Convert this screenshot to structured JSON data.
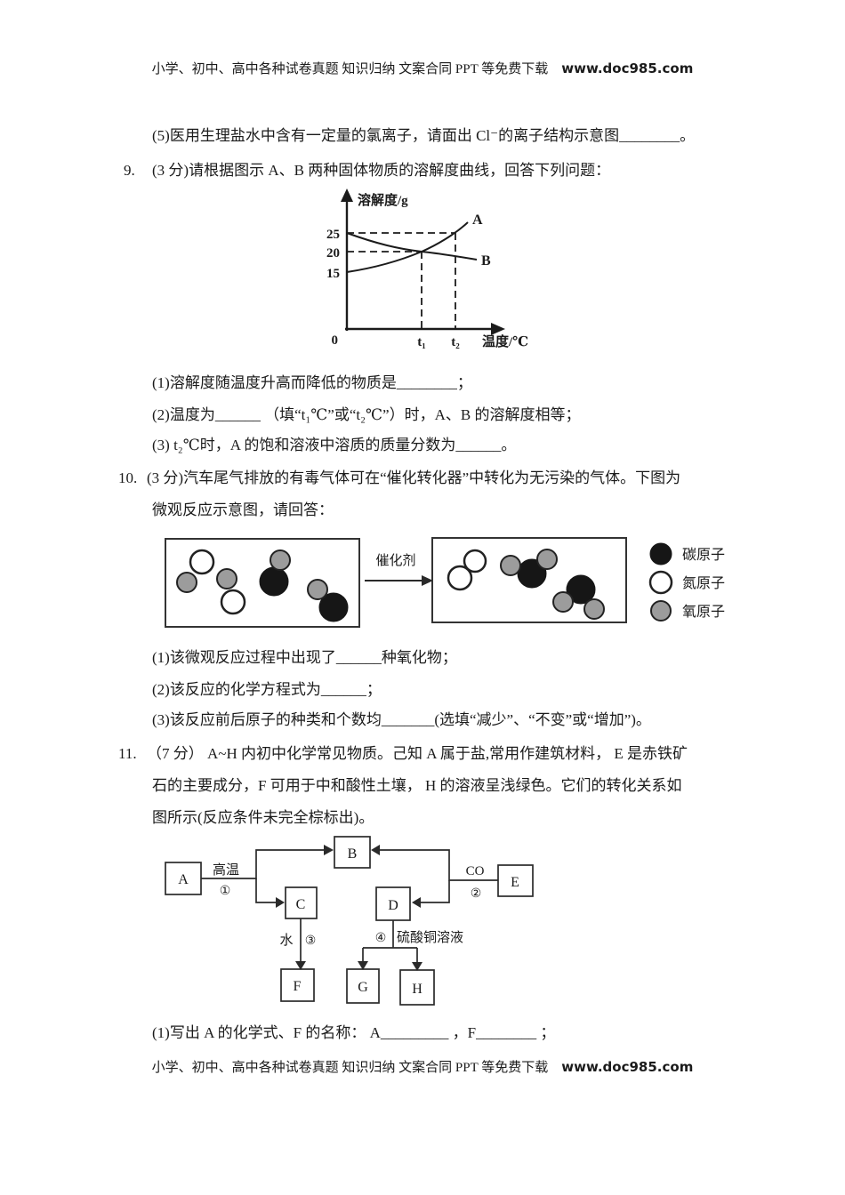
{
  "page": {
    "header": {
      "prefix": "小学、初中、高中各种试卷真题 知识归纳 文案合同 PPT 等免费下载",
      "url": "www.doc985.com"
    },
    "footer": {
      "prefix": "小学、初中、高中各种试卷真题 知识归纳 文案合同 PPT 等免费下载",
      "url": "www.doc985.com"
    }
  },
  "q5": {
    "text": "(5)医用生理盐水中含有一定量的氯离子，请面出 Cl⁻的离子结构示意图________。"
  },
  "q9": {
    "number": "9.",
    "stem": "(3 分)请根据图示 A、B 两种固体物质的溶解度曲线，回答下列问题：",
    "subs": [
      "(1)溶解度随温度升高而降低的物质是________；",
      "(2)温度为______  （填“t₁℃”或“t₂℃”）时，A、B 的溶解度相等；",
      "(3)  t₂℃时，A 的饱和溶液中溶质的质量分数为______。"
    ]
  },
  "chart_data": {
    "type": "line",
    "title": "",
    "xlabel": "温度/℃",
    "ylabel": "溶解度/g",
    "origin_label": "0",
    "y_tick_labels": [
      "25",
      "20",
      "15"
    ],
    "x_tick_labels": [
      "t₁",
      "t₂"
    ],
    "ylim": [
      0,
      30
    ],
    "grid": false,
    "series": [
      {
        "name": "A",
        "points": [
          {
            "x": "0",
            "y": 15
          },
          {
            "x": "t₁",
            "y": 20
          },
          {
            "x": "t₂",
            "y": 25
          }
        ],
        "trend": "increasing"
      },
      {
        "name": "B",
        "points": [
          {
            "x": "0",
            "y": 25
          },
          {
            "x": "t₁",
            "y": 20
          },
          {
            "x": "t₂",
            "y": 19
          }
        ],
        "trend": "decreasing"
      }
    ],
    "annotations": "虚线参考线：y=25、y=20 与 x=t₁、x=t₂"
  },
  "q10": {
    "number": "10.",
    "stem_line1": "(3 分)汽车尾气排放的有毒气体可在“催化转化器”中转化为无污染的气体。下图为",
    "stem_line2": "微观反应示意图，请回答：",
    "diagram": {
      "arrow_label": "催化剂",
      "reactants": [
        "NO",
        "NO",
        "CO",
        "CO"
      ],
      "products": [
        "N₂",
        "CO₂",
        "CO₂"
      ],
      "atom_colors": {
        "carbon": "#161616",
        "nitrogen": "#ffffff",
        "oxygen": "#9c9c9c"
      },
      "legend": [
        {
          "label": "碳原子",
          "atom": "carbon"
        },
        {
          "label": "氮原子",
          "atom": "nitrogen"
        },
        {
          "label": "氧原子",
          "atom": "oxygen"
        }
      ]
    },
    "subs": [
      "(1)该微观反应过程中出现了______种氧化物；",
      "(2)该反应的化学方程式为______；",
      "(3)该反应前后原子的种类和个数均_______(选填“减少”、“不变”或“增加”)。"
    ]
  },
  "q11": {
    "number": "11.",
    "stem_line1": "（7 分）  A~H 内初中化学常见物质。己知 A 属于盐,常用作建筑材料，  E 是赤铁矿",
    "stem_line2": "石的主要成分，F 可用于中和酸性土壤，  H  的溶液呈浅绿色。它们的转化关系如",
    "stem_line3": "图所示(反应条件未完全棕标出)。",
    "flowchart": {
      "boxes": [
        "A",
        "B",
        "C",
        "D",
        "E",
        "F",
        "G",
        "H"
      ],
      "label_gaowen": "高温",
      "num1": "①",
      "label_co": "CO",
      "num2": "②",
      "label_shui": "水",
      "num3": "③",
      "num4": "④",
      "label_liusuantong": "硫酸铜溶液"
    },
    "sub1": "(1)写出 A 的化学式、F 的名称：  A_________ ，F________ ；"
  }
}
